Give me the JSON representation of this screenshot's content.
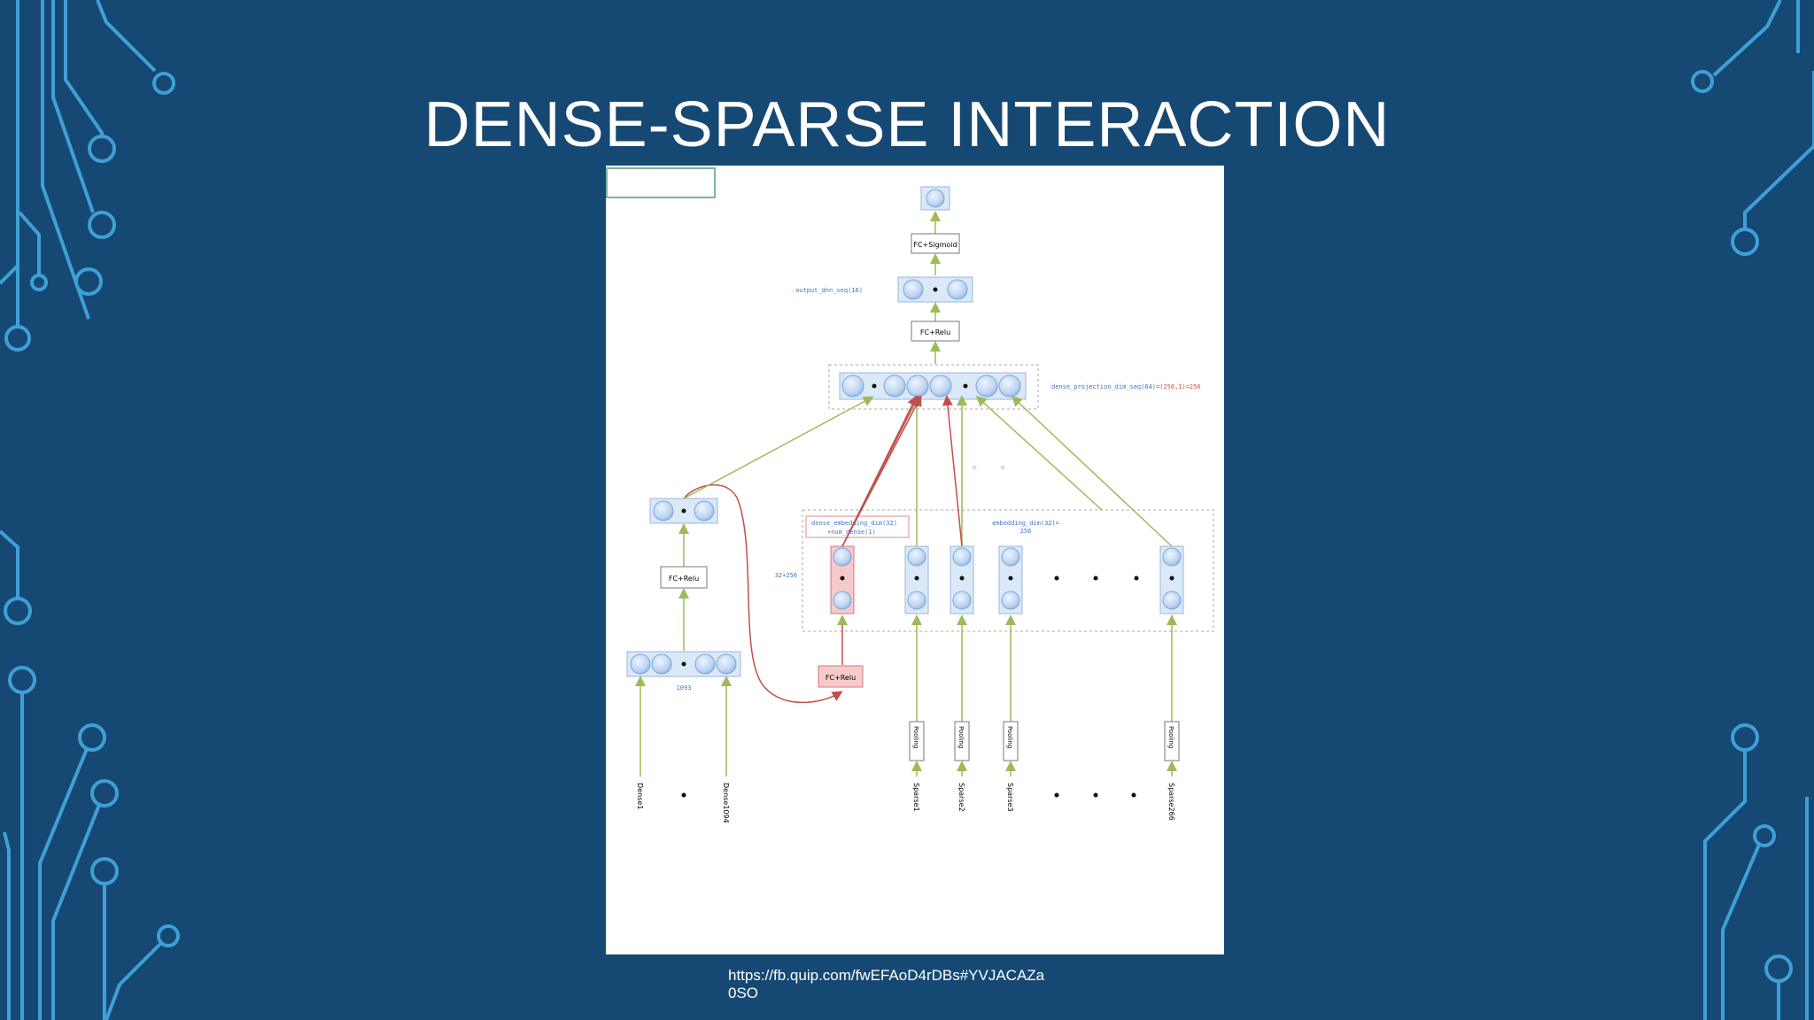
{
  "slide": {
    "title": "DENSE-SPARSE INTERACTION",
    "source_url": "https://fb.quip.com/fwEFAoD4rDBs#YVJACAZa0SO"
  },
  "diagram": {
    "fc_sigmoid": "FC+Sigmoid",
    "fc_relu_top": "FC+Relu",
    "fc_relu_left": "FC+Relu",
    "fc_relu_red": "FC+Relu",
    "output_label": "output_dnn_seq(16)",
    "dense_projection_label": "dense_projection_dim_seq(64)=",
    "dense_projection_value": "(256,1)=256",
    "dense_embedding_label_1": "dense_embedding_dim(32)",
    "dense_embedding_label_2": "+num_dense(1)",
    "embedding_label_1": "embedding_dim(32)=",
    "embedding_label_2": "256",
    "size_label": "32+256",
    "dense_input_label": "1093",
    "dense_first": "Dense1",
    "dense_last": "Dense1094",
    "pooling": "Pooling",
    "sparse_1": "Sparse1",
    "sparse_2": "Sparse2",
    "sparse_3": "Sparse3",
    "sparse_last": "Sparse266"
  },
  "colors": {
    "background": "#164874",
    "circuit": "#3fa0d6",
    "node_fill": "#c6dcf5",
    "node_stroke": "#7ea6d8",
    "red_box": "#f6c9cb",
    "red_arrow": "#c0504d",
    "green_arrow": "#9bbb59"
  }
}
